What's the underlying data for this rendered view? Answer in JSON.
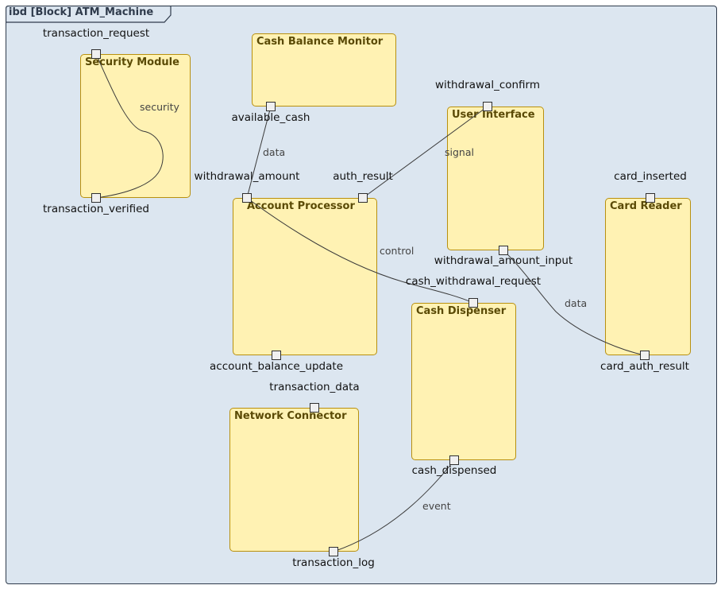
{
  "diagram": {
    "frame_title": "ibd [Block] ATM_Machine",
    "blocks": [
      {
        "id": "security",
        "name": "Security Module"
      },
      {
        "id": "cashmon",
        "name": "Cash Balance Monitor"
      },
      {
        "id": "ui",
        "name": "User Interface"
      },
      {
        "id": "account",
        "name": "Account Processor"
      },
      {
        "id": "card",
        "name": "Card Reader"
      },
      {
        "id": "dispenser",
        "name": "Cash Dispenser"
      },
      {
        "id": "network",
        "name": "Network Connector"
      }
    ],
    "ports": [
      {
        "id": "transaction_request",
        "block": "security",
        "label": "transaction_request"
      },
      {
        "id": "transaction_verified",
        "block": "security",
        "label": "transaction_verified"
      },
      {
        "id": "available_cash",
        "block": "cashmon",
        "label": "available_cash"
      },
      {
        "id": "withdrawal_confirm",
        "block": "ui",
        "label": "withdrawal_confirm"
      },
      {
        "id": "withdrawal_amount_input",
        "block": "ui",
        "label": "withdrawal_amount_input"
      },
      {
        "id": "withdrawal_amount",
        "block": "account",
        "label": "withdrawal_amount"
      },
      {
        "id": "auth_result",
        "block": "account",
        "label": "auth_result"
      },
      {
        "id": "account_balance_update",
        "block": "account",
        "label": "account_balance_update"
      },
      {
        "id": "card_inserted",
        "block": "card",
        "label": "card_inserted"
      },
      {
        "id": "card_auth_result",
        "block": "card",
        "label": "card_auth_result"
      },
      {
        "id": "cash_withdrawal_request",
        "block": "dispenser",
        "label": "cash_withdrawal_request"
      },
      {
        "id": "cash_dispensed",
        "block": "dispenser",
        "label": "cash_dispensed"
      },
      {
        "id": "transaction_data",
        "block": "network",
        "label": "transaction_data"
      },
      {
        "id": "transaction_log",
        "block": "network",
        "label": "transaction_log"
      }
    ],
    "connectors": [
      {
        "from": "transaction_request",
        "to": "transaction_verified",
        "label": "security"
      },
      {
        "from": "available_cash",
        "to": "withdrawal_amount",
        "label": "data"
      },
      {
        "from": "withdrawal_confirm",
        "to": "auth_result",
        "label": "signal"
      },
      {
        "from": "withdrawal_amount",
        "to": "cash_withdrawal_request",
        "label": "control"
      },
      {
        "from": "withdrawal_amount_input",
        "to": "card_auth_result",
        "label": "data"
      },
      {
        "from": "cash_dispensed",
        "to": "transaction_log",
        "label": "event"
      }
    ]
  }
}
